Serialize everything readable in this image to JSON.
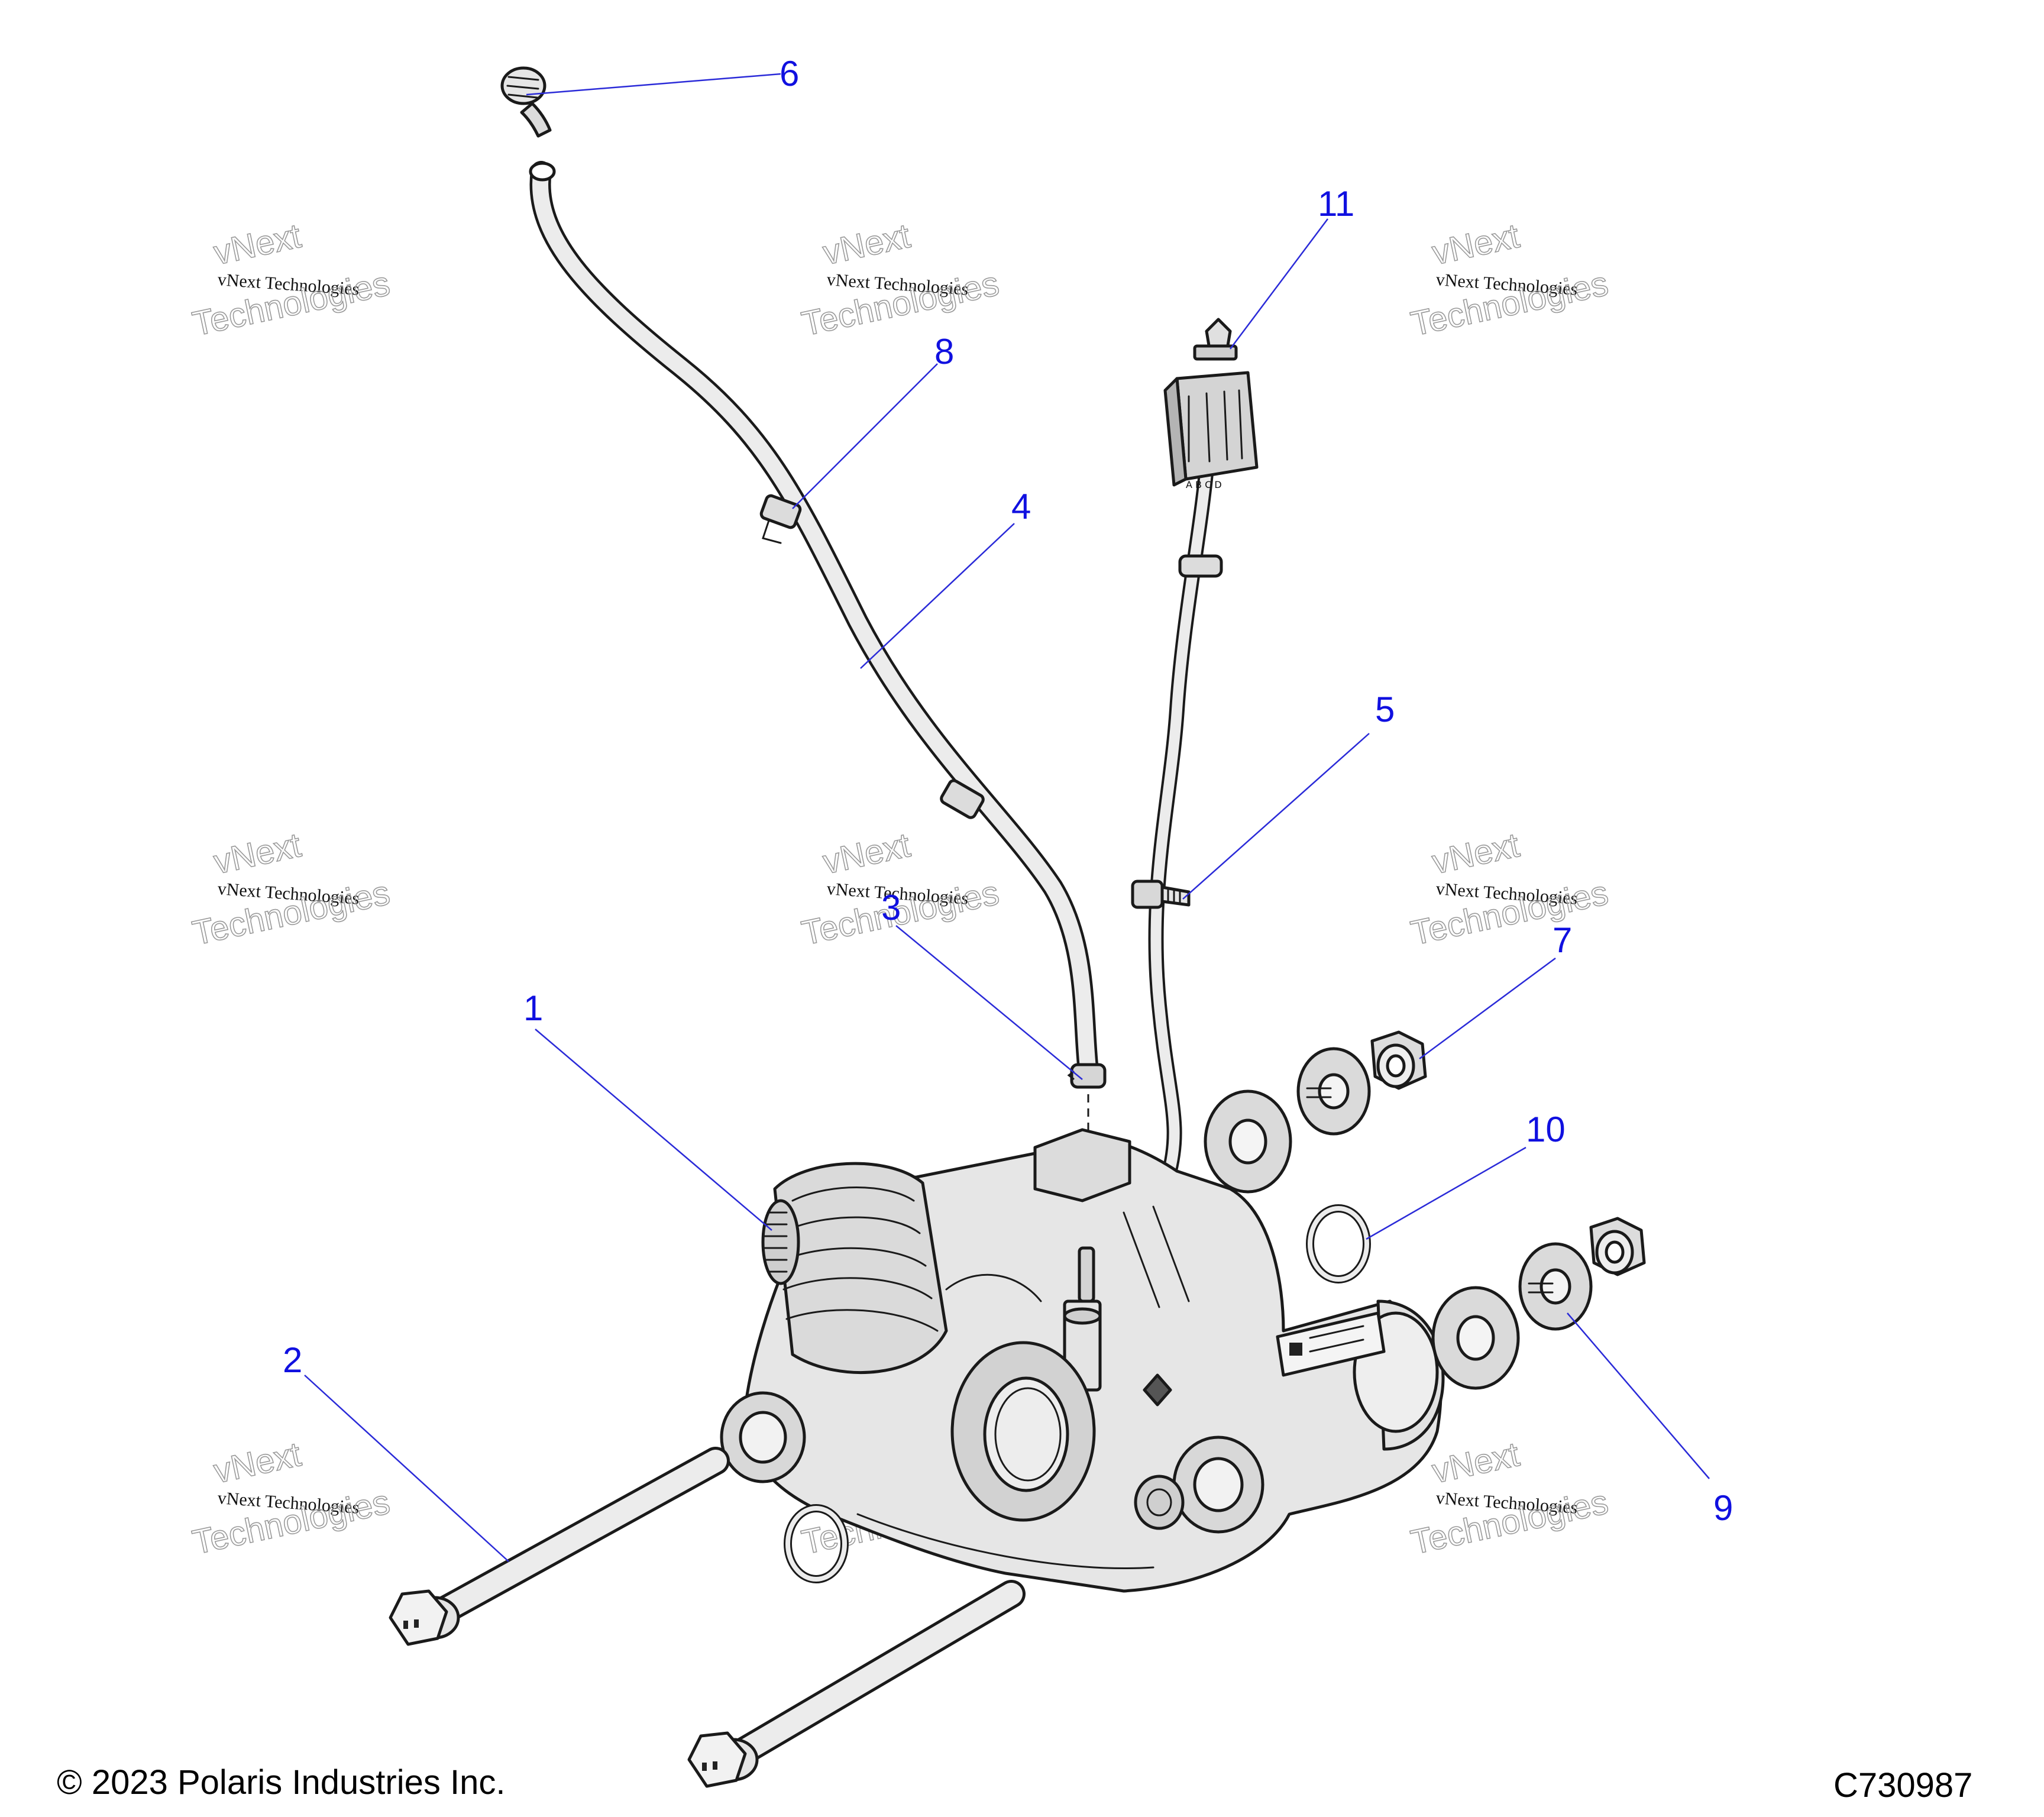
{
  "watermark": {
    "line1": "vNext Technologies",
    "line2": "Technologies",
    "line3": "vNext"
  },
  "callouts": [
    {
      "id": "1",
      "text": "1"
    },
    {
      "id": "2",
      "text": "2"
    },
    {
      "id": "3",
      "text": "3"
    },
    {
      "id": "4",
      "text": "4"
    },
    {
      "id": "5",
      "text": "5"
    },
    {
      "id": "6",
      "text": "6"
    },
    {
      "id": "7",
      "text": "7"
    },
    {
      "id": "8",
      "text": "8"
    },
    {
      "id": "9",
      "text": "9"
    },
    {
      "id": "10",
      "text": "10"
    },
    {
      "id": "11",
      "text": "11"
    }
  ],
  "footer": {
    "copyright": "© 2023 Polaris Industries Inc.",
    "figure_code": "C730987"
  },
  "colors": {
    "callout": "#1010e0",
    "leader": "#2a2ad8",
    "part_fill": "#e6e6e6",
    "part_shade": "#bdbdbd"
  }
}
